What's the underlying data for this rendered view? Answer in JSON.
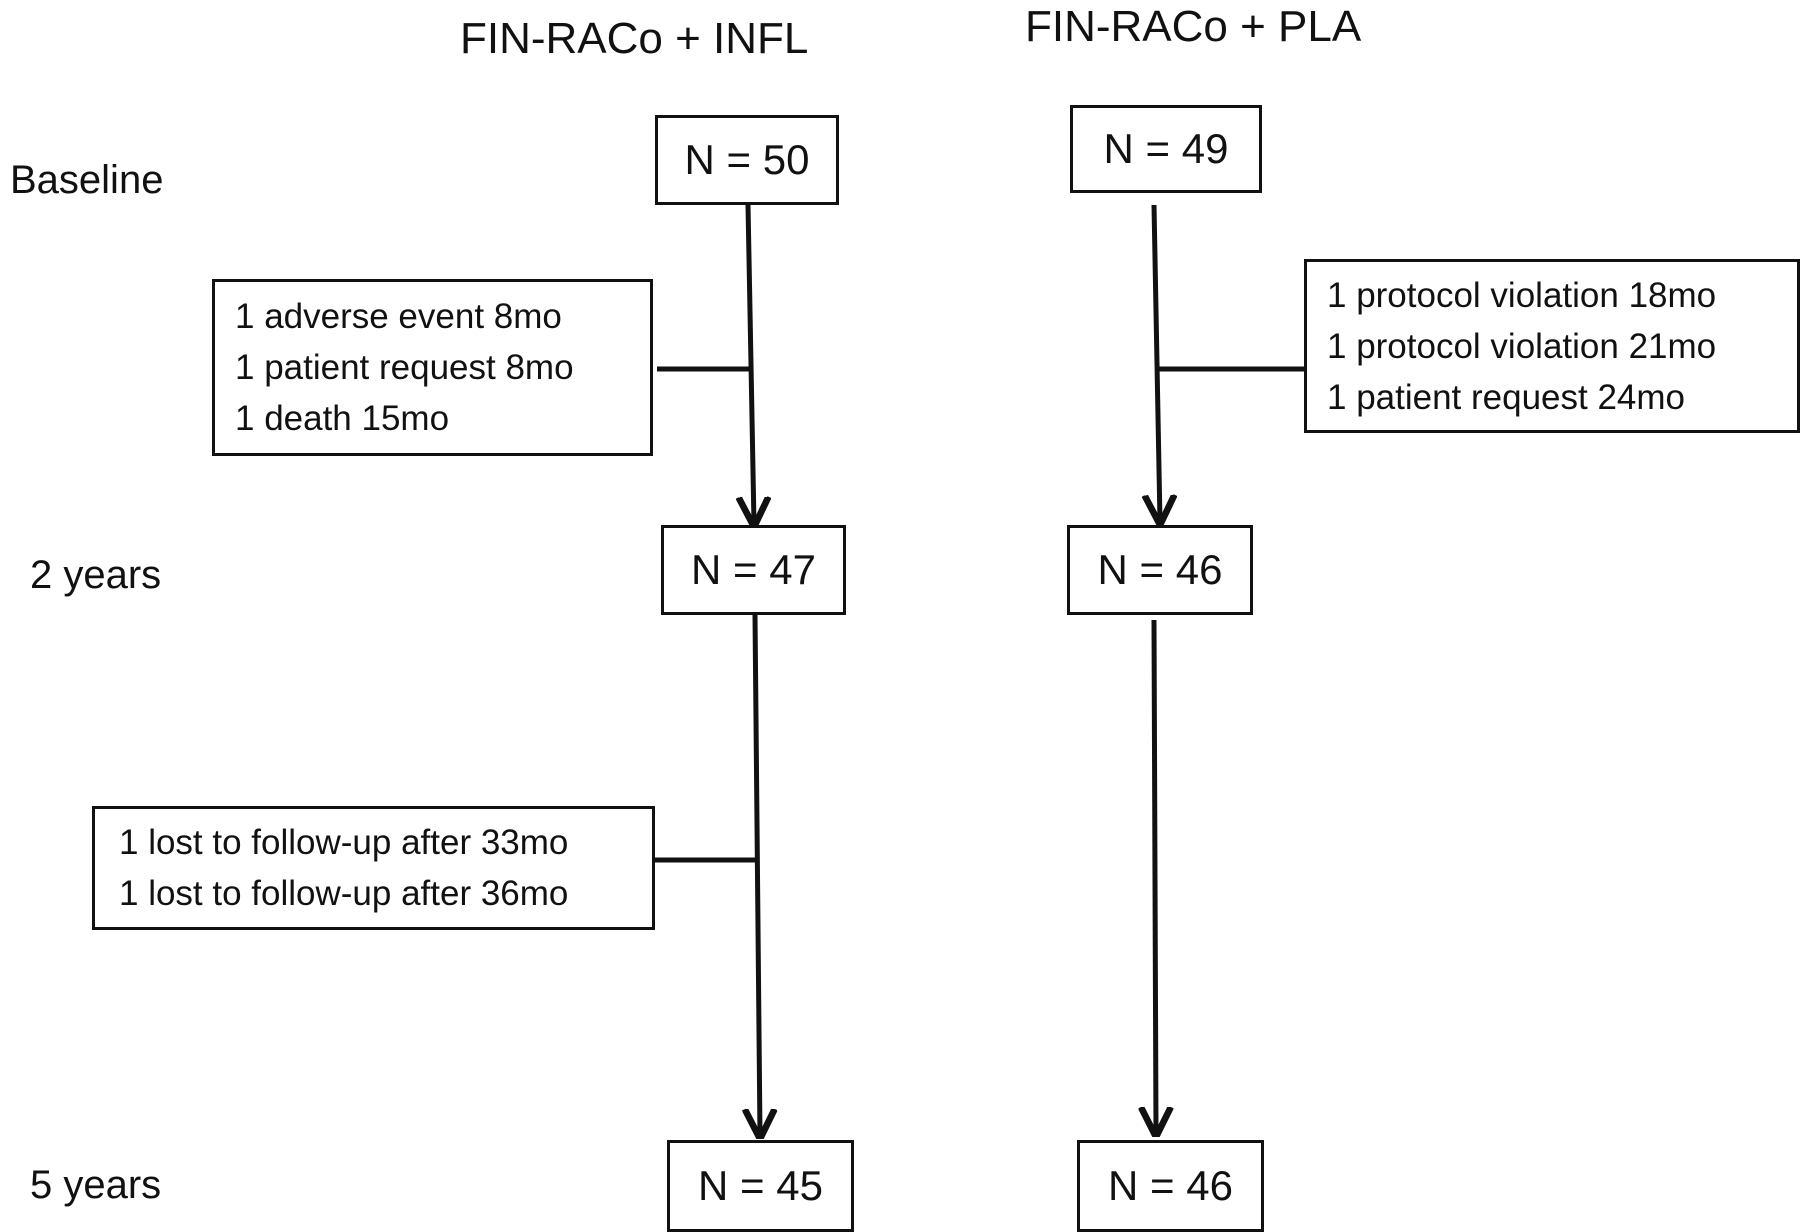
{
  "columns": [
    {
      "title": "FIN-RACo + INFL"
    },
    {
      "title": "FIN-RACo + PLA"
    }
  ],
  "rows": [
    "Baseline",
    "2 years",
    "5 years"
  ],
  "infl": {
    "baseline": "N = 50",
    "y2": "N = 47",
    "y5": "N = 45",
    "exits_1": [
      "1 adverse event 8mo",
      "1 patient request 8mo",
      "1 death 15mo"
    ],
    "exits_2": [
      "1 lost to follow-up after 33mo",
      "1 lost to follow-up after 36mo"
    ]
  },
  "pla": {
    "baseline": "N = 49",
    "y2": "N = 46",
    "y5": "N = 46",
    "exits_1": [
      "1 protocol violation 18mo",
      "1 protocol violation 21mo",
      "1 patient request 24mo"
    ]
  }
}
